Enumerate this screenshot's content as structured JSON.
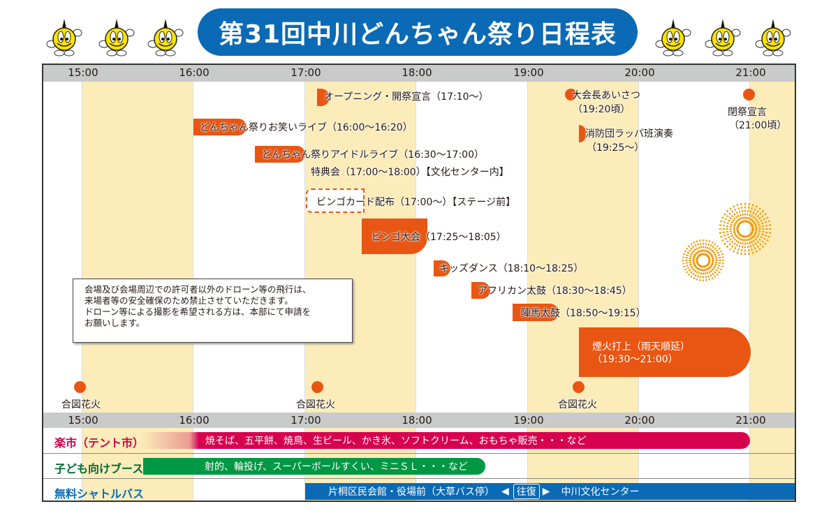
{
  "title": "第31回中川どんちゃん祭り日程表",
  "mascot_icon": "donchan-mascot-icon",
  "time_ticks": [
    "15:00",
    "16:00",
    "17:00",
    "18:00",
    "19:00",
    "20:00",
    "21:00"
  ],
  "events": {
    "opening": "オープニング・開祭宣言（17:10〜）",
    "owarai": "どんちゃん祭りお笑いライブ（16:00〜16:20）",
    "idol": "どんちゃん祭りアイドルライブ（16:30〜17:00）",
    "tokutenkai": "特典会（17:00〜18:00）【文化センター内】",
    "bingo_card": "ビンゴカード配布（17:00〜）【ステージ前】",
    "bingo": "ビンゴ大会（17:25〜18:05）",
    "kids_dance": "キッズダンス（18:10〜18:25）",
    "african": "アフリカン太鼓（18:30〜18:45）",
    "jinba": "陣馬太鼓（18:50〜19:15）",
    "fireworks_1": "煙火打上（雨天順延）",
    "fireworks_2": "（19:30〜21:00）",
    "greeting_1": "大会長あいさつ",
    "greeting_2": "（19:20頃）",
    "fire_brigade_1": "消防団ラッパ班演奏",
    "fire_brigade_2": "（19:25〜）",
    "closing_1": "閉祭宣言",
    "closing_2": "（21:00頃）",
    "signal": "合図花火"
  },
  "notice": [
    "会場及び会場周辺での許可者以外のドローン等の飛行は、",
    "来場者等の安全確保のため禁止させていただきます。",
    "ドローン等による撮影を希望される方は、本部にて申請を",
    "お願いします。"
  ],
  "rows": [
    {
      "label": "楽市（テント市）",
      "text": "焼そば、五平餅、焼鳥、生ビール、かき氷、ソフトクリーム、おもちゃ販売・・・など",
      "color": "#d7004f"
    },
    {
      "label": "子ども向けブース",
      "text": "射的、輪投げ、スーパーボールすくい、ミニＳＬ・・・など",
      "color": "#009844"
    },
    {
      "label": "無料シャトルバス",
      "text_left": "片桐区民会館・役場前（大草バス停）",
      "round_trip": "往復",
      "text_right": "中川文化センター",
      "color": "#0a6ab5"
    }
  ],
  "colors": {
    "accent": "#e95513",
    "stripe": "#fbecb9",
    "title_bg": "#0a6ab5"
  }
}
